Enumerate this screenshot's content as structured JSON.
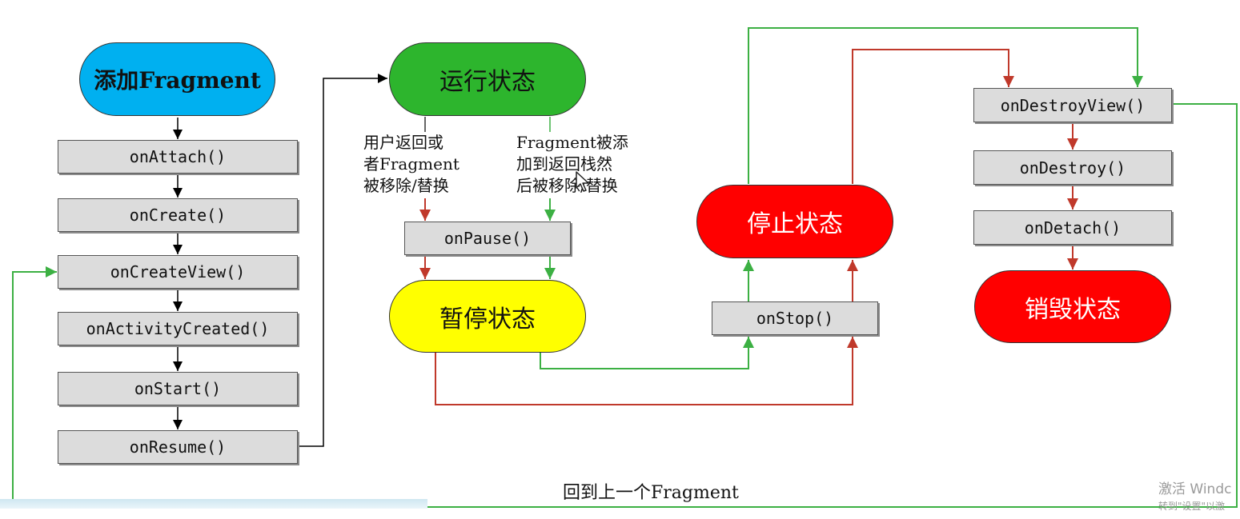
{
  "states": {
    "add_fragment": "添加Fragment",
    "running": "运行状态",
    "paused": "暂停状态",
    "stopped": "停止状态",
    "destroyed": "销毁状态"
  },
  "callbacks": {
    "on_attach": "onAttach()",
    "on_create": "onCreate()",
    "on_create_view": "onCreateView()",
    "on_activity_created": "onActivityCreated()",
    "on_start": "onStart()",
    "on_resume": "onResume()",
    "on_pause": "onPause()",
    "on_stop": "onStop()",
    "on_destroy_view": "onDestroyView()",
    "on_destroy": "onDestroy()",
    "on_detach": "onDetach()"
  },
  "labels": {
    "user_back_lines": [
      "用户返回或",
      "者Fragment",
      "被移除/替换"
    ],
    "backstack_lines": [
      "Fragment被添",
      "加到返回栈然",
      "后被移除/替换"
    ],
    "return_previous": "回到上一个Fragment"
  },
  "watermark": {
    "line1": "激活 Windc",
    "line2": "转到\"设置\"以激"
  },
  "colors": {
    "add_state": "#00b0f0",
    "running_state": "#2db52d",
    "paused_state": "#ffff00",
    "stopped_state": "#ff0000",
    "destroyed_state": "#ff0000",
    "box_fill": "#dcdcdc",
    "arrow_black": "#000000",
    "arrow_red": "#c0392b",
    "arrow_green": "#3cb043"
  }
}
